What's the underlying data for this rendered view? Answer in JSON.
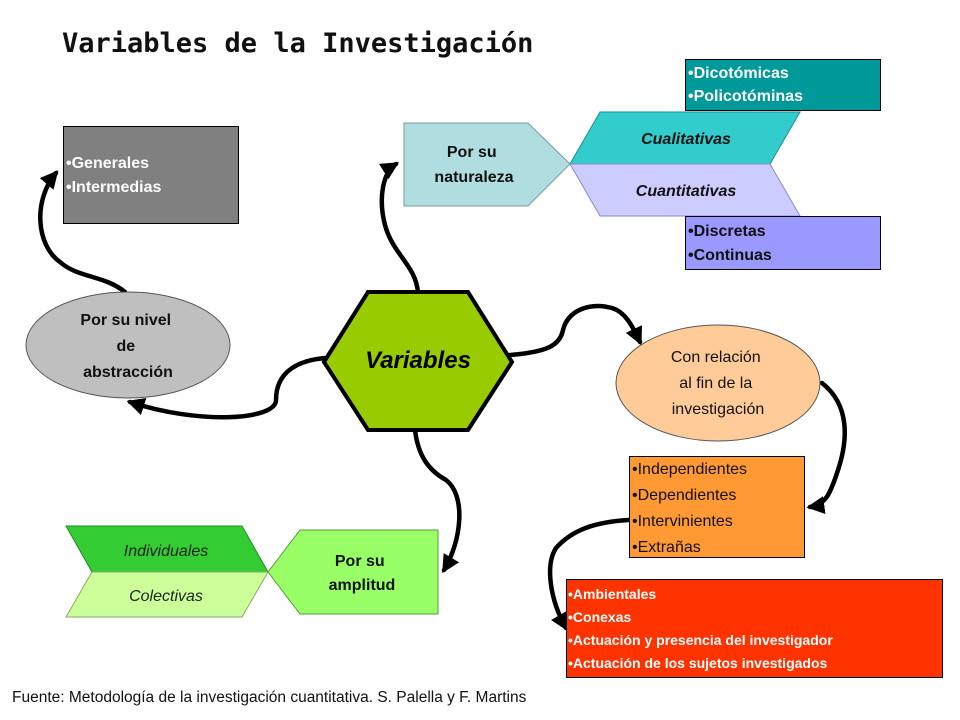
{
  "title": "Variables de la Investigación",
  "center": {
    "label": "Variables",
    "color": "#99cc00"
  },
  "naturaleza": {
    "label_lines": [
      "Por su",
      "naturaleza"
    ],
    "cualitativas": "Cualitativas",
    "cuantitativas": "Cuantitativas",
    "cualitativas_types": [
      "Dicotómicas",
      "Policotóminas"
    ],
    "cuantitativas_types": [
      "Discretas",
      "Continuas"
    ]
  },
  "abstraccion": {
    "label_lines": [
      "Por su nivel",
      "de",
      "abstracción"
    ],
    "items": [
      "Generales",
      "Intermedias"
    ]
  },
  "fin": {
    "label_lines": [
      "Con relación",
      "al fin de la",
      "investigación"
    ],
    "items": [
      "Independientes",
      "Dependientes",
      "Intervinientes",
      "Extrañas"
    ],
    "extranas_types": [
      "Ambientales",
      "Conexas",
      "Actuación y presencia del investigador",
      "Actuación de los sujetos investigados"
    ]
  },
  "amplitud": {
    "label_lines": [
      "Por su",
      "amplitud"
    ],
    "individuales": "Individuales",
    "colectivas": "Colectivas"
  },
  "source": "Fuente: Metodología de la investigación cuantitativa. S. Palella y F. Martins",
  "colors": {
    "teal": "#009999",
    "cualitativas": "#33cccc",
    "cuantitativas": "#ccccff",
    "cuantitativas_box": "#9999ff",
    "naturaleza": "#b0dde0",
    "abstraccion": "#bfbfbf",
    "abstraccion_box": "#808080",
    "fin": "#ffcc99",
    "fin_box": "#ff9933",
    "extranas_box": "#ff3300",
    "amplitud": "#99ff66",
    "individuales": "#33cc33",
    "colectivas": "#ccff99"
  }
}
